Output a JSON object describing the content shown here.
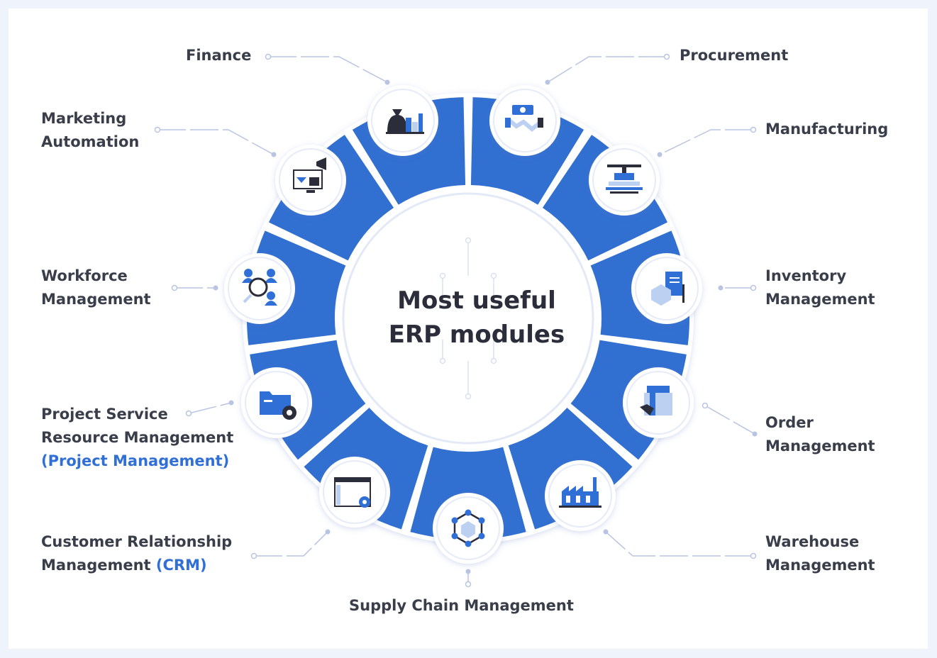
{
  "center_title": {
    "line1": "Most useful",
    "line2": "ERP modules"
  },
  "modules": [
    {
      "key": "finance",
      "line1": "Finance",
      "icon": "money-bag-chart-icon"
    },
    {
      "key": "procurement",
      "line1": "Procurement",
      "icon": "handshake-money-icon"
    },
    {
      "key": "manufacturing",
      "line1": "Manufacturing",
      "icon": "press-machine-icon"
    },
    {
      "key": "inventory",
      "line1": "Inventory",
      "line2": "Management",
      "icon": "inventory-box-icon"
    },
    {
      "key": "order",
      "line1": "Order",
      "line2": "Management",
      "icon": "order-box-icon"
    },
    {
      "key": "warehouse",
      "line1": "Warehouse",
      "line2": "Management",
      "icon": "warehouse-factory-icon"
    },
    {
      "key": "supply",
      "line1": "Supply Chain Management",
      "icon": "network-cube-icon"
    },
    {
      "key": "crm",
      "line1": "Customer Relationship",
      "line2": "Management ",
      "accent": "(CRM)",
      "icon": "crm-window-icon"
    },
    {
      "key": "project",
      "line1": "Project Service",
      "line2": "Resource Management",
      "line3": "(Project Management)",
      "icon": "folder-gear-icon"
    },
    {
      "key": "workforce",
      "line1": "Workforce",
      "line2": "Management",
      "icon": "people-search-icon"
    },
    {
      "key": "marketing",
      "line1": "Marketing",
      "line2": "Automation",
      "icon": "monitor-megaphone-icon"
    }
  ],
  "colors": {
    "accent_blue": "#2f6fd6",
    "segment_blue": "#316fd1",
    "text_dark": "#3a3d4a",
    "connector": "#b9c4e3",
    "page_bg": "#eef3fc"
  }
}
